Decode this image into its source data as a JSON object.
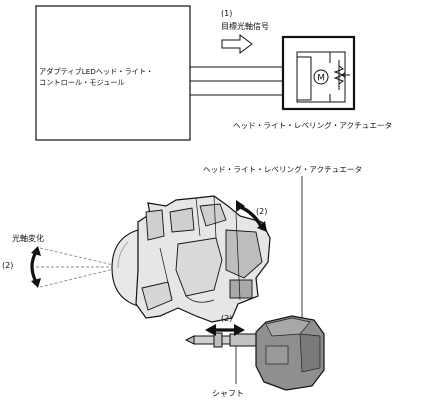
{
  "block_diagram": {
    "module_line1": "アダプティブLEDヘッド・ライト・",
    "module_line2": "コントロール・モジュール",
    "signal_number": "(1)",
    "signal_label": "目標光軸信号",
    "motor_symbol": "M",
    "actuator_label": "ヘッド・ライト・レベリング・アクチュエータ"
  },
  "illustration": {
    "actuator_label": "ヘッド・ライト・レベリング・アクチュエータ",
    "axis_change_label": "光軸変化",
    "rotation_marker": "(2)",
    "tilt_marker": "(2)",
    "shaft_marker": "(2)",
    "shaft_label": "シャフト"
  },
  "colors": {
    "line": "#111111",
    "fill_light": "#e6e6e6",
    "fill_mid": "#bdbdbd",
    "fill_dark": "#8a8a8a"
  }
}
